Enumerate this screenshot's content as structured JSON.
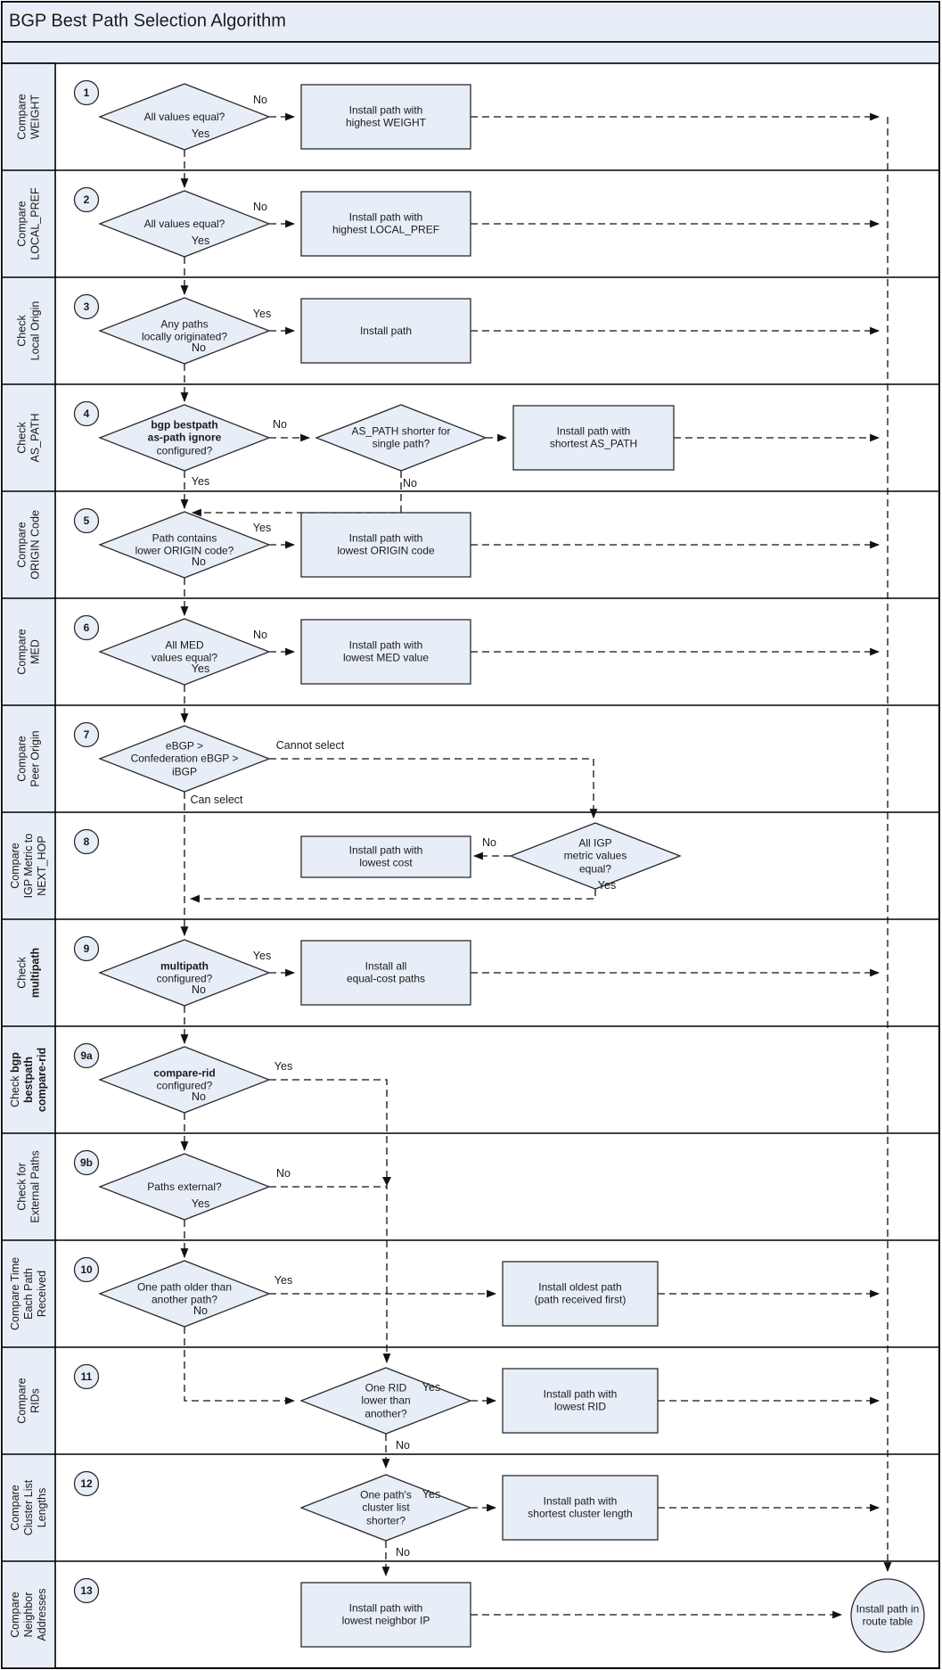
{
  "title": "BGP Best Path Selection Algorithm",
  "colors": {
    "band_fill": "#E8EEF7",
    "shape_fill": "#E8EEF7",
    "line": "#111111"
  },
  "labels": {
    "yes": "Yes",
    "no": "No",
    "cannot_select": "Cannot select",
    "can_select": "Can select"
  },
  "lanes": [
    {
      "num": "1",
      "pre": "Compare\nWEIGHT",
      "bold": ""
    },
    {
      "num": "2",
      "pre": "Compare\nLOCAL_PREF",
      "bold": ""
    },
    {
      "num": "3",
      "pre": "Check\nLocal Origin",
      "bold": ""
    },
    {
      "num": "4",
      "pre": "Check\nAS_PATH",
      "bold": ""
    },
    {
      "num": "5",
      "pre": "Compare\nORIGIN Code",
      "bold": ""
    },
    {
      "num": "6",
      "pre": "Compare\nMED",
      "bold": ""
    },
    {
      "num": "7",
      "pre": "Compare\nPeer Origin",
      "bold": ""
    },
    {
      "num": "8",
      "pre": "Compare\nIGP Metric to\nNEXT_HOP",
      "bold": ""
    },
    {
      "num": "9",
      "pre": "Check\n",
      "bold": "multipath"
    },
    {
      "num": "9a",
      "pre": "Check ",
      "bold": "bgp\nbestpath\ncompare-rid"
    },
    {
      "num": "9b",
      "pre": "Check for\nExternal Paths",
      "bold": ""
    },
    {
      "num": "10",
      "pre": "Compare Time\nEach Path\nReceived",
      "bold": ""
    },
    {
      "num": "11",
      "pre": "Compare\nRIDs",
      "bold": ""
    },
    {
      "num": "12",
      "pre": "Compare\nCluster List\nLengths",
      "bold": ""
    },
    {
      "num": "13",
      "pre": "Compare\nNeighbor\nAddresses",
      "bold": ""
    }
  ],
  "diamonds": {
    "q1": {
      "bold": "",
      "text": "All values equal?"
    },
    "q2": {
      "bold": "",
      "text": "All values equal?"
    },
    "q3": {
      "bold": "",
      "text": "Any paths\nlocally originated?"
    },
    "q4a": {
      "bold": "bgp bestpath\nas-path ignore",
      "text": "configured?"
    },
    "q4b": {
      "bold": "",
      "text": "AS_PATH shorter for\nsingle path?"
    },
    "q5": {
      "bold": "",
      "text": "Path contains\nlower ORIGIN code?"
    },
    "q6": {
      "bold": "",
      "text": "All MED\nvalues equal?"
    },
    "q7": {
      "bold": "",
      "text": "eBGP >\nConfederation eBGP >\niBGP"
    },
    "q8": {
      "bold": "",
      "text": "All IGP\nmetric values\nequal?"
    },
    "q9": {
      "bold": "multipath",
      "text": "configured?"
    },
    "q9a": {
      "bold": "compare-rid",
      "text": "configured?"
    },
    "q9b": {
      "bold": "",
      "text": "Paths external?"
    },
    "q10": {
      "bold": "",
      "text": "One path older than\nanother path?"
    },
    "q11": {
      "bold": "",
      "text": "One RID\nlower than\nanother?"
    },
    "q12": {
      "bold": "",
      "text": "One path's\ncluster list\nshorter?"
    }
  },
  "boxes": {
    "b1": "Install path with\nhighest WEIGHT",
    "b2": "Install path with\nhighest LOCAL_PREF",
    "b3": "Install path",
    "b4": "Install path with\nshortest AS_PATH",
    "b5": "Install path with\nlowest ORIGIN code",
    "b6": "Install path with\nlowest MED value",
    "b8": "Install path with\nlowest cost",
    "b9": "Install all\nequal-cost paths",
    "b10": "Install oldest path\n(path received first)",
    "b11": "Install path with\nlowest RID",
    "b12": "Install path with\nshortest cluster length",
    "b13": "Install path with\nlowest neighbor IP"
  },
  "end": {
    "text": "Install path in\nroute table"
  }
}
